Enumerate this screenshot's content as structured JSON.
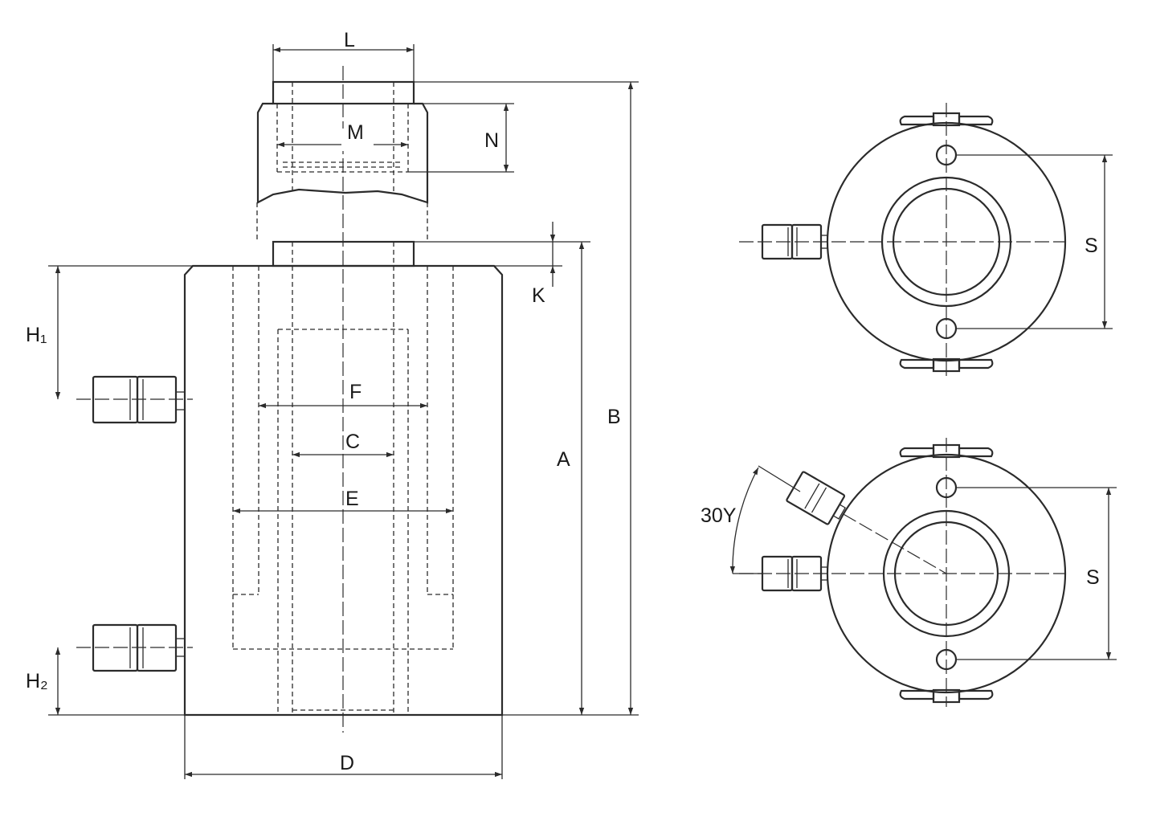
{
  "labels": {
    "L": "L",
    "M": "M",
    "N": "N",
    "K": "K",
    "H1": "H₁",
    "H2": "H₂",
    "F": "F",
    "C": "C",
    "E": "E",
    "A": "A",
    "B": "B",
    "D": "D",
    "S_top": "S",
    "S_bottom": "S",
    "angle": "30Υ"
  }
}
